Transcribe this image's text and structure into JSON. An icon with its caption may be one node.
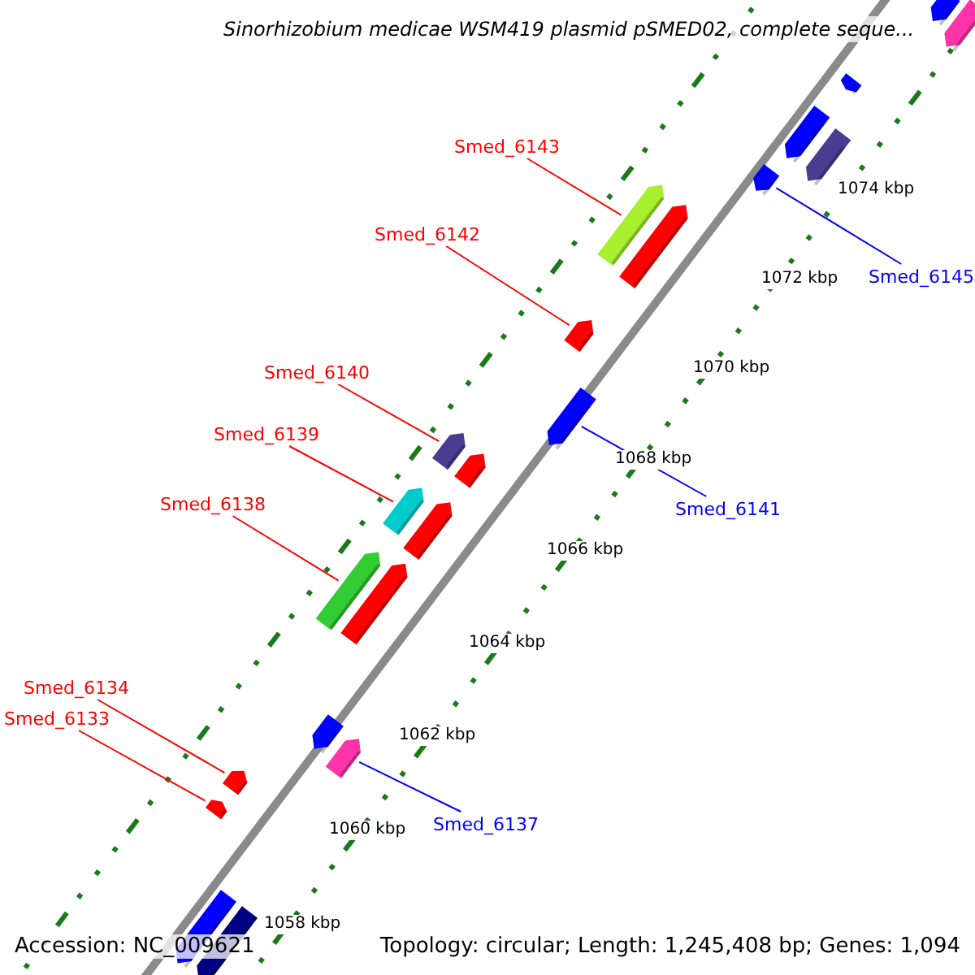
{
  "diagram": {
    "title": "Sinorhizobium medicae WSM419 plasmid pSMED02, complete seque...",
    "nodes": [
      {
        "text": [
          "Smed_6143"
        ]
      },
      {
        "text": [
          "Smed_6145"
        ]
      },
      {
        "text": [
          "Smed_6142"
        ]
      },
      {
        "text": [
          "Smed_6141"
        ]
      },
      {
        "text": [
          "Smed_6140"
        ]
      },
      {
        "text": [
          "Smed_6139"
        ]
      },
      {
        "text": [
          "Smed_6138"
        ]
      },
      {
        "text": [
          "Smed_6134"
        ]
      },
      {
        "text": [
          "Smed_6133"
        ]
      },
      {
        "text": [
          "Smed_6137"
        ]
      },
      {
        "text": [],
        "shape": "bar"
      },
      {
        "text": [],
        "shape": "bar"
      },
      {
        "text": [],
        "shape": "bar"
      },
      {
        "text": [],
        "shape": "bar"
      },
      {
        "text": [],
        "shape": "bar"
      },
      {
        "text": [],
        "shape": "bar"
      },
      {
        "text": [],
        "shape": "bar"
      },
      {
        "text": [],
        "shape": "bar"
      },
      {
        "text": [],
        "shape": "bar"
      },
      {
        "text": [],
        "shape": "bar"
      },
      {
        "text": [],
        "shape": "bar"
      },
      {
        "text": [],
        "shape": "bar"
      },
      {
        "text": [],
        "shape": "bar"
      },
      {
        "text": [],
        "shape": "bar"
      },
      {
        "text": [],
        "shape": "bar"
      },
      {
        "text": [],
        "shape": "bar"
      },
      {
        "text": [],
        "shape": "bar"
      },
      {
        "text": [],
        "shape": "bar"
      },
      {
        "text": [],
        "shape": "bar"
      },
      {
        "text": [],
        "shape": "bar"
      },
      {
        "text": [],
        "shape": "bar"
      },
      {
        "text": [],
        "shape": "bar"
      }
    ],
    "edges": [
      {
        "from": 0,
        "to": 16,
        "arrow": "none"
      },
      {
        "from": 1,
        "to": 15,
        "arrow": "none",
        "color": "#0000ff"
      },
      {
        "from": 2,
        "to": 18,
        "arrow": "none"
      },
      {
        "from": 3,
        "to": 19,
        "arrow": "none",
        "color": "#0000ff"
      },
      {
        "from": 4,
        "to": 20,
        "arrow": "none"
      },
      {
        "from": 5,
        "to": 22,
        "arrow": "none"
      },
      {
        "from": 6,
        "to": 24,
        "arrow": "none"
      },
      {
        "from": 7,
        "to": 28,
        "arrow": "none"
      },
      {
        "from": 8,
        "to": 29,
        "arrow": "none"
      },
      {
        "from": 9,
        "to": 27,
        "arrow": "none",
        "color": "#0000ff"
      }
    ],
    "labels": [
      "1074 kbp",
      "1072 kbp",
      "1070 kbp",
      "1068 kbp",
      "1066 kbp",
      "1064 kbp",
      "1062 kbp",
      "1060 kbp",
      "1058 kbp",
      "Accession: NC_009621",
      "Topology: circular; Length: 1,245,408 bp; Genes: 1,094"
    ]
  }
}
